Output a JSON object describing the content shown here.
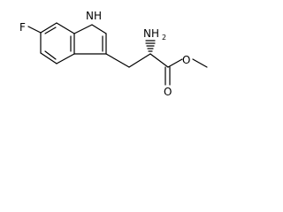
{
  "molecule": {
    "atom_labels": {
      "fluorine": "F",
      "indole_nh": "NH",
      "amine": "NH",
      "amine_subscript": "2",
      "carbonyl_oxygen": "O",
      "ester_oxygen": "O"
    },
    "colors": {
      "bond": "#000000",
      "label": "#000000",
      "background": "#ffffff"
    }
  }
}
